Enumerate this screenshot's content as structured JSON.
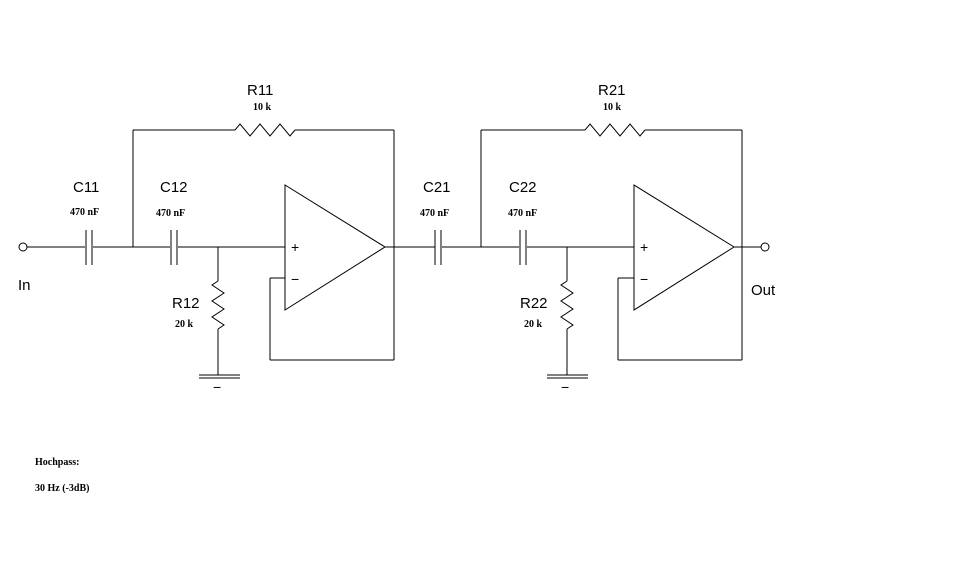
{
  "terminals": {
    "input": "In",
    "output": "Out"
  },
  "stage1": {
    "feedback_resistor": {
      "name": "R11",
      "value": "10 k"
    },
    "series_capacitor_a": {
      "name": "C11",
      "value": "470 nF"
    },
    "series_capacitor_b": {
      "name": "C12",
      "value": "470 nF"
    },
    "ground_resistor": {
      "name": "R12",
      "value": "20 k"
    },
    "opamp": {
      "plus": "+",
      "minus": "−"
    },
    "ground_sign": "−"
  },
  "stage2": {
    "feedback_resistor": {
      "name": "R21",
      "value": "10 k"
    },
    "series_capacitor_a": {
      "name": "C21",
      "value": "470 nF"
    },
    "series_capacitor_b": {
      "name": "C22",
      "value": "470 nF"
    },
    "ground_resistor": {
      "name": "R22",
      "value": "20 k"
    },
    "opamp": {
      "plus": "+",
      "minus": "−"
    },
    "ground_sign": "−"
  },
  "notes": {
    "filter_type": "Hochpass:",
    "cutoff": "30 Hz (-3dB)"
  }
}
